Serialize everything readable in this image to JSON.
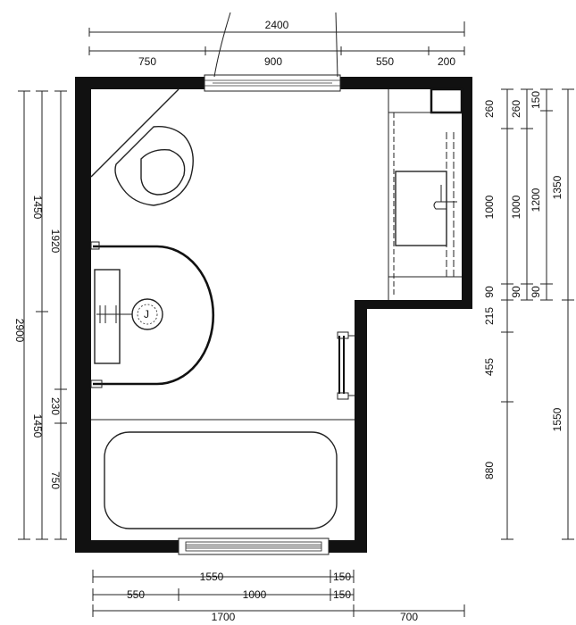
{
  "dimensions": {
    "top_overall": "2400",
    "top_segments": [
      "750",
      "900",
      "550",
      "200"
    ],
    "left_outer": "2900",
    "left_middle": [
      "1450",
      "1450"
    ],
    "left_inner": [
      "1920",
      "230",
      "750"
    ],
    "right_inner": [
      "260",
      "1000",
      "90",
      "215",
      "455",
      "880"
    ],
    "right_middle": [
      "260",
      "1000",
      "90"
    ],
    "right_small": [
      "150",
      "1200",
      "90"
    ],
    "right_outer": [
      "1350",
      "1550"
    ],
    "bottom_row1": [
      "1550",
      "150"
    ],
    "bottom_row2": [
      "550",
      "1000",
      "150"
    ],
    "bottom_row3": [
      "1700",
      "700"
    ]
  },
  "colors": {
    "line": "#222222",
    "wall": "#111111",
    "background": "#ffffff"
  }
}
